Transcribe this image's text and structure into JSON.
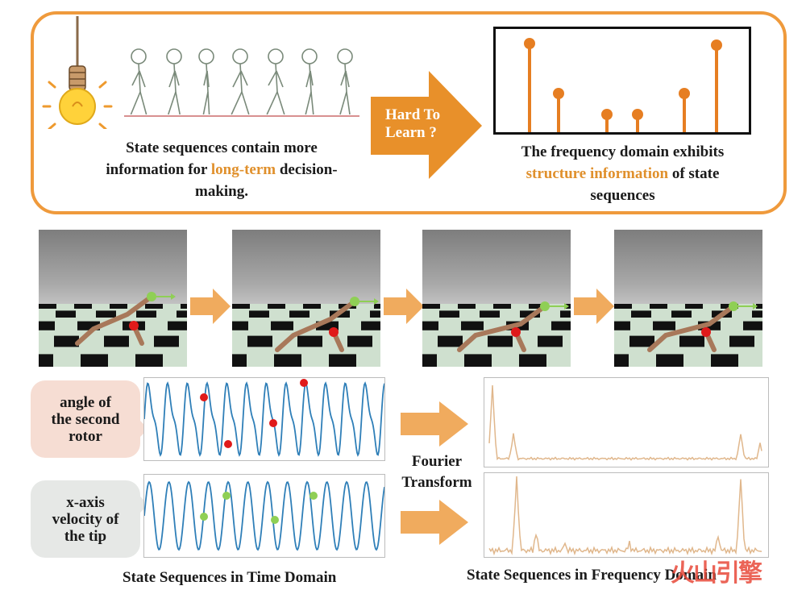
{
  "top": {
    "left_caption": [
      "State sequences contain more",
      "information for",
      "long-term",
      "decision-",
      "making."
    ],
    "arrow_text": [
      "Hard  To",
      "Learn ?"
    ],
    "right_caption": [
      "The frequency domain exhibits",
      "structure information",
      "of  state",
      "sequences"
    ]
  },
  "labels": {
    "angle": [
      "angle of",
      "the second",
      "rotor"
    ],
    "velocity": [
      "x-axis",
      "velocity of",
      "the tip"
    ],
    "transform": [
      "Fourier",
      "Transform"
    ],
    "time_caption": "State Sequences in Time Domain",
    "freq_caption": "State Sequences in Frequency Domain"
  },
  "watermark": "火山引擎",
  "colors": {
    "accent": "#ef9a3c",
    "arrow": "#f0ab5e",
    "signal": "#2f7fb8",
    "spectrum": "#e0b78c",
    "red_marker": "#e01a1a",
    "green_marker": "#8fcf55",
    "stem": "#e67e22",
    "label_peach": "#f6ddd3",
    "label_gray": "#e6e8e6"
  }
}
